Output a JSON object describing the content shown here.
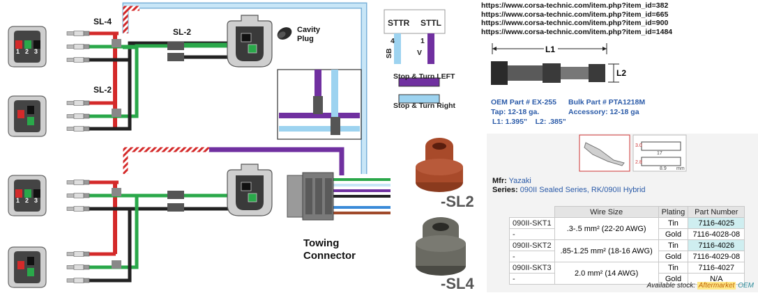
{
  "urls": [
    "https://www.corsa-technic.com/item.php?item_id=382",
    "https://www.corsa-technic.com/item.php?item_id=665",
    "https://www.corsa-technic.com/item.php?item_id=900",
    "https://www.corsa-technic.com/item.php?item_id=1484"
  ],
  "labels": {
    "sl4_top": "SL-4",
    "sl2_mid": "SL-2",
    "sl2_left": "SL-2",
    "cavity_plug": "Cavity\nPlug",
    "towing": "Towing\nConnector",
    "seal_sl2": "-SL2",
    "seal_sl4": "-SL4"
  },
  "pin_numbers": [
    "1",
    "2",
    "3"
  ],
  "legend": {
    "sttr": "STTR",
    "sttl": "STTL",
    "pin_left": "4",
    "pin_right": "1",
    "sb": "SB",
    "v": "V",
    "left_label": "Stop & Turn LEFT",
    "right_label": "Stop & Turn Right",
    "left_color": "#7030a0",
    "right_color": "#9dd3f0"
  },
  "tool": {
    "l1": "L1",
    "l2": "L2",
    "oem_part": "OEM Part # EX-255",
    "tap": "Tap: 12-18 ga.",
    "dims": "L1: 1.395\"    L2: .385\"",
    "bulk_part": "Bulk Part # PTA1218M",
    "accessory": "Accessory: 12-18 ga"
  },
  "terminal_dims": [
    "3.0",
    "2.8",
    "17",
    "8.9",
    "mm"
  ],
  "mfr": {
    "mfr_label": "Mfr:",
    "mfr_value": "Yazaki",
    "series_label": "Series:",
    "series_value": "090II Sealed Series, RK/090II Hybrid"
  },
  "table": {
    "headers": [
      "Wire Size",
      "Plating",
      "Part Number"
    ],
    "rows": [
      {
        "series": "090II-SKT1",
        "size": ".3-.5 mm² (22-20 AWG)",
        "plating": [
          "Tin",
          "Gold"
        ],
        "parts": [
          "7116-4025",
          "7116-4028-08"
        ]
      },
      {
        "series": "090II-SKT2",
        "size": ".85-1.25 mm² (18-16 AWG)",
        "plating": [
          "Tin",
          "Gold"
        ],
        "parts": [
          "7116-4026",
          "7116-4029-08"
        ]
      },
      {
        "series": "090II-SKT3",
        "size": "2.0 mm² (14 AWG)",
        "plating": [
          "Tin",
          "Gold"
        ],
        "parts": [
          "7116-4027",
          "N/A"
        ]
      }
    ],
    "dash": "-"
  },
  "stock": {
    "label": "Available stock:",
    "aftermarket": "Aftermarket",
    "oem": "OEM"
  },
  "colors": {
    "red": "#d42a2a",
    "green": "#2aa84a",
    "purple": "#7030a0",
    "lightblue": "#9dd3f0",
    "seal_sl2": "#a84a2a",
    "seal_sl4": "#6a6a62"
  }
}
